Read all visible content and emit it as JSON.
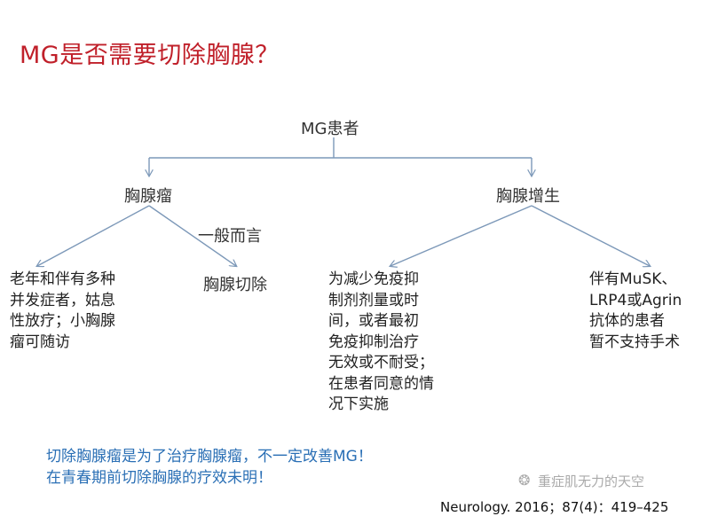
{
  "slide": {
    "title": "MG是否需要切除胸腺？",
    "root": "MG患者",
    "branch_left": "胸腺瘤",
    "branch_right": "胸腺增生",
    "edge_label": "一般而言",
    "leaf_ll": [
      "老年和伴有多种",
      "并发症者，姑息",
      "性放疗；小胸腺",
      "瘤可随访"
    ],
    "leaf_lr": "胸腺切除",
    "leaf_rl": [
      "为减少免疫抑",
      "制剂剂量或时",
      "间，或者最初",
      "免疫抑制治疗",
      "无效或不耐受；",
      "在患者同意的情",
      "况下实施"
    ],
    "leaf_rr": [
      "伴有MuSK、",
      "LRP4或Agrin",
      "抗体的患者",
      "暂不支持手术"
    ],
    "note_1": "切除胸腺瘤是为了治疗胸腺瘤，不一定改善MG！",
    "note_2": "在青春期前切除胸腺的疗效未明！",
    "citation": "Neurology. 2016；87(4)：419–425",
    "watermark": "重症肌无力的天空"
  },
  "colors": {
    "title": "#c0202a",
    "line": "#7c98b8",
    "note": "#2a6fb5"
  }
}
